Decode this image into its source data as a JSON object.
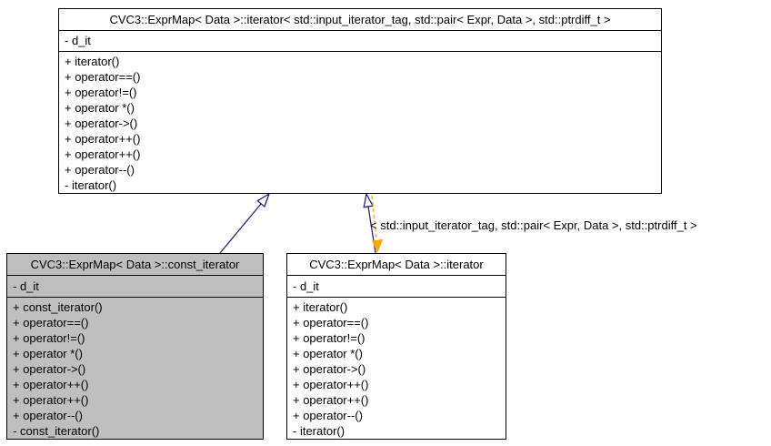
{
  "colors": {
    "inheritance": "#191970",
    "template_edge": "#ffa500",
    "node_border": "#000000",
    "node_fill": "#ffffff",
    "highlight_fill": "#bfbfbf"
  },
  "classes": {
    "base": {
      "title": "CVC3::ExprMap< Data >::iterator< std::input_iterator_tag, std::pair< Expr, Data >, std::ptrdiff_t >",
      "attributes": [
        "- d_it"
      ],
      "methods": [
        "+ iterator()",
        "+ operator==()",
        "+ operator!=()",
        "+ operator *()",
        "+ operator->()",
        "+ operator++()",
        "+ operator++()",
        "+ operator--()",
        "- iterator()"
      ]
    },
    "const_iterator": {
      "title": "CVC3::ExprMap< Data >::const_iterator",
      "attributes": [
        "- d_it"
      ],
      "methods": [
        "+ const_iterator()",
        "+ operator==()",
        "+ operator!=()",
        "+ operator *()",
        "+ operator->()",
        "+ operator++()",
        "+ operator++()",
        "+ operator--()",
        "- const_iterator()"
      ]
    },
    "iterator": {
      "title": "CVC3::ExprMap< Data >::iterator",
      "attributes": [
        "- d_it"
      ],
      "methods": [
        "+ iterator()",
        "+ operator==()",
        "+ operator!=()",
        "+ operator *()",
        "+ operator->()",
        "+ operator++()",
        "+ operator++()",
        "+ operator--()",
        "- iterator()"
      ]
    }
  },
  "edge_label": "< std::input_iterator_tag, std::pair< Expr, Data >, std::ptrdiff_t >"
}
